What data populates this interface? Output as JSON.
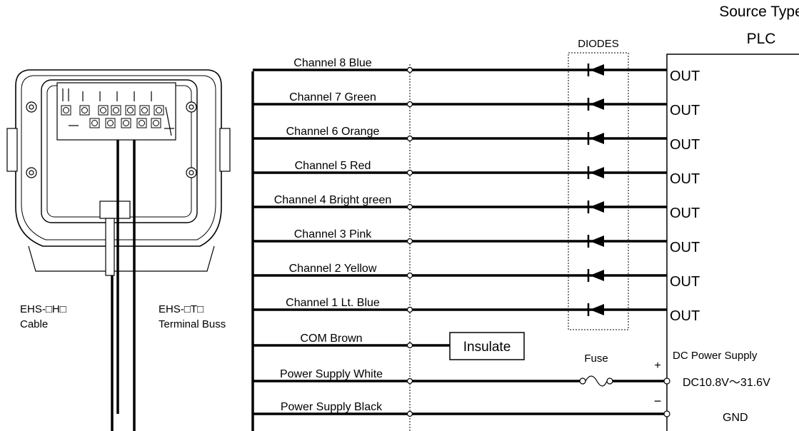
{
  "plc": {
    "line1": "Source Type",
    "line2": "PLC"
  },
  "diodes_label": "DIODES",
  "channels": [
    {
      "label": "Channel 8 Blue",
      "out": "OUT"
    },
    {
      "label": "Channel 7 Green",
      "out": "OUT"
    },
    {
      "label": "Channel 6 Orange",
      "out": "OUT"
    },
    {
      "label": "Channel 5 Red",
      "out": "OUT"
    },
    {
      "label": "Channel 4 Bright green",
      "out": "OUT"
    },
    {
      "label": "Channel 3 Pink",
      "out": "OUT"
    },
    {
      "label": "Channel 2 Yellow",
      "out": "OUT"
    },
    {
      "label": "Channel 1 Lt. Blue",
      "out": "OUT"
    }
  ],
  "com": {
    "label": "COM Brown",
    "insulate": "Insulate"
  },
  "power_white": {
    "label": "Power Supply White",
    "fuse": "Fuse",
    "plus": "+"
  },
  "power_black": {
    "label": "Power Supply Black",
    "minus": "−"
  },
  "dc_supply": {
    "title": "DC Power Supply",
    "voltage": "DC10.8V～31.6V",
    "gnd": "GND"
  },
  "device": {
    "cable_model": "EHS-□H□",
    "cable_label": "Cable",
    "terminal_model": "EHS-□T□",
    "terminal_label": "Terminal Buss"
  }
}
